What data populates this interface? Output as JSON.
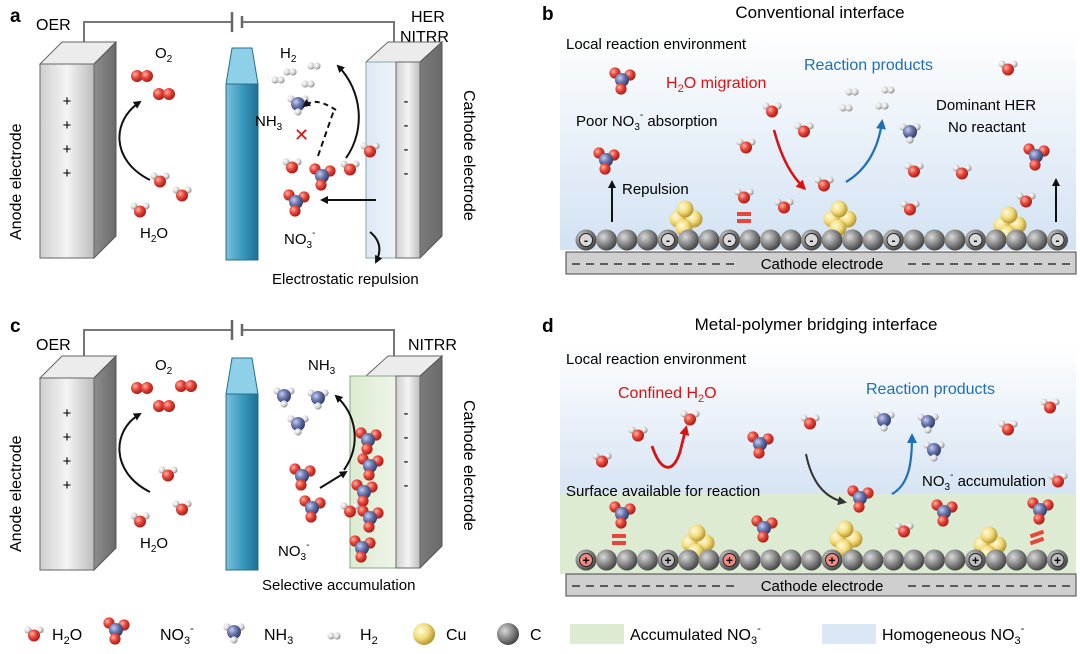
{
  "panels": {
    "a": {
      "letter": "a",
      "oer": "OER",
      "her": "HER",
      "nitrr": "NITRR",
      "anode": "Anode electrode",
      "cathode": "Cathode electrode",
      "plus": "+",
      "minus": "-",
      "o2": "O",
      "o2_sub": "2",
      "h2": "H",
      "h2_sub": "2",
      "h2o": "H",
      "h2o_sub": "2",
      "h2o_tail": "O",
      "nh3": "NH",
      "nh3_sub": "3",
      "no3": "NO",
      "no3_sub": "3",
      "no3_sup": "-",
      "repulsion": "Electrostatic repulsion",
      "cross": "✕"
    },
    "b": {
      "letter": "b",
      "title": "Conventional interface",
      "local_env": "Local reaction environment",
      "h2o_mig_pre": "H",
      "h2o_mig_sub": "2",
      "h2o_mig_post": "O migration",
      "products": "Reaction products",
      "poor_pre": "Poor NO",
      "poor_sub": "3",
      "poor_sup": "-",
      "poor_post": " absorption",
      "dominant": "Dominant HER",
      "no_reactant": "No reactant",
      "repulsion": "Repulsion",
      "electrode": "Cathode electrode"
    },
    "c": {
      "letter": "c",
      "oer": "OER",
      "nitrr": "NITRR",
      "anode": "Anode electrode",
      "cathode": "Cathode electrode",
      "plus": "+",
      "minus": "-",
      "o2": "O",
      "o2_sub": "2",
      "nh3": "NH",
      "nh3_sub": "3",
      "h2o": "H",
      "h2o_sub": "2",
      "h2o_tail": "O",
      "no3": "NO",
      "no3_sub": "3",
      "no3_sup": "-",
      "selective": "Selective accumulation"
    },
    "d": {
      "letter": "d",
      "title": "Metal-polymer bridging interface",
      "local_env": "Local reaction environment",
      "confined_pre": "Confined H",
      "confined_sub": "2",
      "confined_post": "O",
      "products": "Reaction products",
      "surface": "Surface available for reaction",
      "accum_pre": "NO",
      "accum_sub": "3",
      "accum_sup": "-",
      "accum_post": " accumulation",
      "electrode": "Cathode electrode"
    }
  },
  "legend": {
    "h2o_pre": "H",
    "h2o_sub": "2",
    "h2o_post": "O",
    "no3": "NO",
    "no3_sub": "3",
    "no3_sup": "-",
    "nh3": "NH",
    "nh3_sub": "3",
    "h2": "H",
    "h2_sub": "2",
    "cu": "Cu",
    "c": "C",
    "accum": "Accumulated NO",
    "accum_sub": "3",
    "accum_sup": "-",
    "homog": "Homogeneous NO",
    "homog_sub": "3",
    "homog_sup": "-"
  },
  "colors": {
    "oxygen": "#e8463a",
    "hydrogen": "#d8d8d8",
    "nitrogen": "#6a78b0",
    "copper": "#f3dc7a",
    "carbon": "#8a8a8a",
    "accumulated": "#dcebd2",
    "homogeneous": "#dbe7f4",
    "membrane": "#2e8fb5",
    "red_text": "#e01010",
    "blue_text": "#1f6fb8"
  }
}
